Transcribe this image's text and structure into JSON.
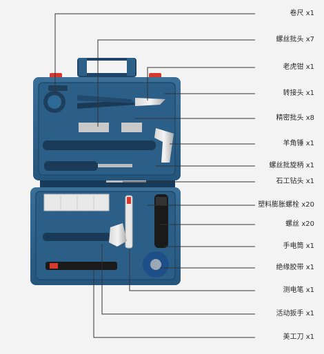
{
  "labels": [
    {
      "name": "卷尺",
      "qty": "x1"
    },
    {
      "name": "螺丝批头",
      "qty": "x7"
    },
    {
      "name": "老虎钳",
      "qty": "x1"
    },
    {
      "name": "转接头",
      "qty": "x1"
    },
    {
      "name": "精密批头",
      "qty": "x8"
    },
    {
      "name": "羊角锤",
      "qty": "x1"
    },
    {
      "name": "螺丝批旋柄",
      "qty": "x1"
    },
    {
      "name": "石工钻头",
      "qty": "x1"
    },
    {
      "name": "塑料膨胀螺栓",
      "qty": "x20"
    },
    {
      "name": "螺丝",
      "qty": "x20"
    },
    {
      "name": "手电筒",
      "qty": "x1"
    },
    {
      "name": "绝缘胶带",
      "qty": "x1"
    },
    {
      "name": "测电笔",
      "qty": "x1"
    },
    {
      "name": "活动扳手",
      "qty": "x1"
    },
    {
      "name": "美工刀",
      "qty": "x1"
    }
  ],
  "colors": {
    "case_blue": "#2a5d86",
    "case_dark": "#1d4667",
    "latch_red": "#d63a2f",
    "line": "#333333",
    "background": "#f3f3f3"
  }
}
